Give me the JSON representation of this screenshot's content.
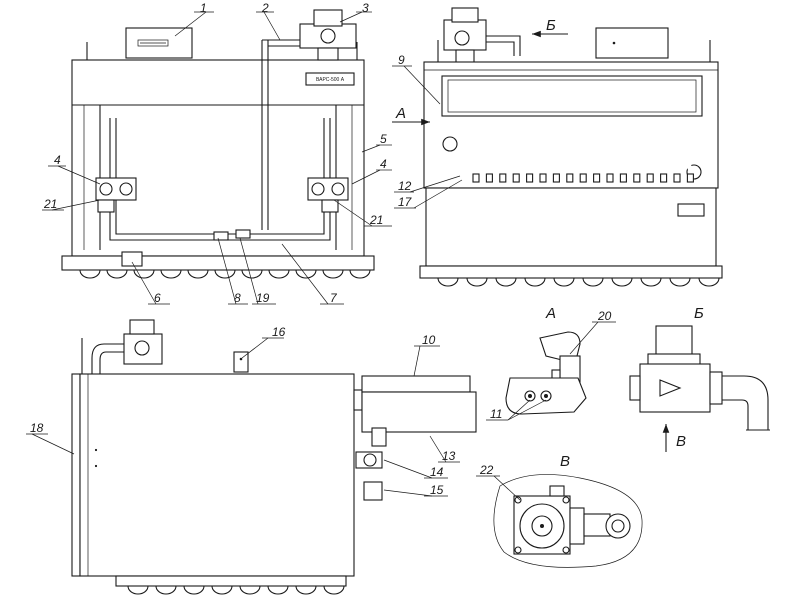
{
  "front_view": {
    "model_plate": "ВАРС-500 А",
    "callouts": {
      "c1": "1",
      "c2": "2",
      "c3": "3",
      "c4a": "4",
      "c4b": "4",
      "c5": "5",
      "c6": "6",
      "c7": "7",
      "c8": "8",
      "c19": "19",
      "c21a": "21",
      "c21b": "21"
    }
  },
  "rear_view": {
    "callouts": {
      "c9": "9",
      "c12": "12",
      "c17": "17"
    },
    "view_markers": {
      "a": "А",
      "b": "Б"
    }
  },
  "side_view": {
    "callouts": {
      "c10": "10",
      "c13": "13",
      "c14": "14",
      "c15": "15",
      "c16": "16",
      "c18": "18"
    }
  },
  "detail_a": {
    "title": "А",
    "callouts": {
      "c20": "20",
      "c11": "11"
    }
  },
  "detail_b": {
    "title": "Б",
    "direction_marker": "В"
  },
  "detail_v": {
    "title": "В",
    "callouts": {
      "c22": "22"
    }
  }
}
